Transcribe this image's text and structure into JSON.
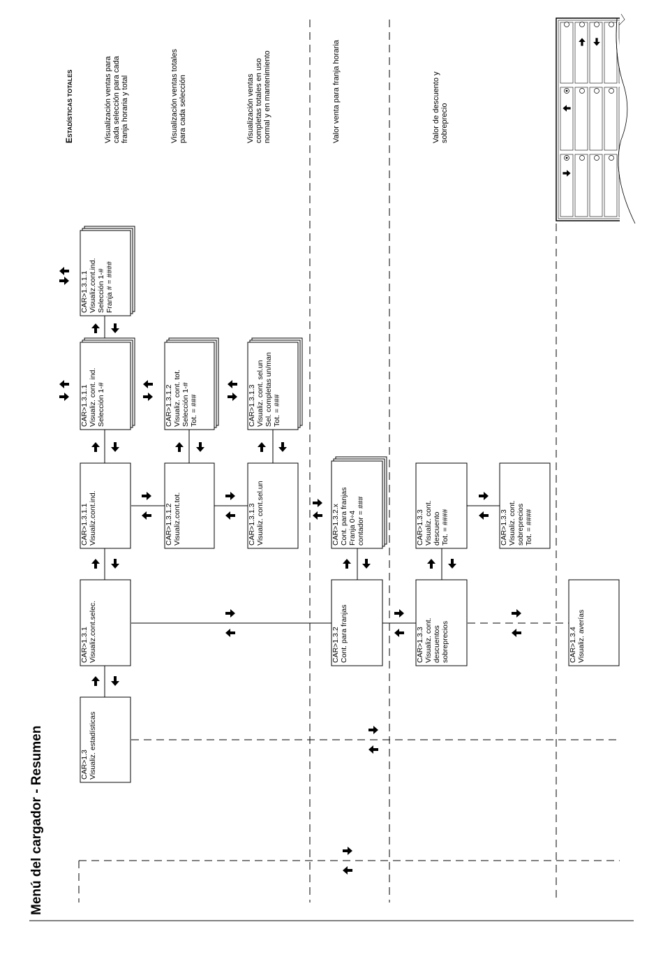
{
  "title": "Menú del cargador - Resumen",
  "section_heading": {
    "big_first": "E",
    "rest": "STADÍSTICAS TOTALES"
  },
  "notes": [
    [
      "Visualización ventas para",
      "cada selección para cada",
      "franja horaria y total"
    ],
    [
      "Visualización ventas totales",
      "para cada selección"
    ],
    [
      "Visualización ventas",
      "completas totales en uso",
      "normal y en mantenimiento"
    ],
    [
      "Valor venta para franja horaria"
    ],
    [
      "Valor de descuento y",
      "sobreprecio"
    ]
  ],
  "boxes": [
    {
      "id": "car13",
      "lines": [
        "CAR>1.3",
        "Visualiz. estadísticas"
      ]
    },
    {
      "id": "car131",
      "lines": [
        "CAR>1.3.1",
        "Visualiz.cont.selec."
      ]
    },
    {
      "id": "car1311",
      "lines": [
        "CAR>1.3.1.1",
        "Visualiz.cont.ind."
      ]
    },
    {
      "id": "car1312",
      "lines": [
        "CAR>1.3.1.2",
        "Visualiz.cont.tot."
      ]
    },
    {
      "id": "car1313",
      "lines": [
        "CAR>1.3.1.3",
        "Visualiz. cont.sel.un"
      ]
    },
    {
      "id": "car1311s",
      "lines": [
        "CAR>1.3.1.1",
        "Visualiz. cont. ind.",
        "Selección 1-#"
      ]
    },
    {
      "id": "car1311f",
      "lines": [
        "CAR>1.3.1.1",
        "Visualiz.cont.ind.",
        "Selección 1-#",
        "Franja  # =  ####"
      ]
    },
    {
      "id": "car1312s",
      "lines": [
        "CAR>1.3.1.2",
        "Visualiz. cont. tot.",
        "Selección 1-#",
        "Tot. = ###"
      ]
    },
    {
      "id": "car1313s",
      "lines": [
        "CAR>1.3.1.3",
        "Visualiz. cont. sel.un",
        "Sel. completas un/man",
        "Tot. = ###"
      ]
    },
    {
      "id": "car132",
      "lines": [
        "CAR>1.3.2",
        "Cont. para franjas"
      ]
    },
    {
      "id": "car132x",
      "lines": [
        "CAR>1.3.2.x",
        "Cont. para franjas",
        "Franja  0÷4",
        "contador  =       ###"
      ]
    },
    {
      "id": "car133",
      "lines": [
        "CAR>1.3.3",
        "Visualiz. cont.",
        "descuentos",
        "sobreprecios"
      ]
    },
    {
      "id": "car133d",
      "lines": [
        "CAR>1.3.3",
        "Visualiz. cont.",
        "descuento",
        "Tot.  =    ####"
      ]
    },
    {
      "id": "car133p",
      "lines": [
        "CAR>1.3.3",
        "Visualiz.  cont.",
        "sobreprecios",
        "Tot.  =    ####"
      ]
    },
    {
      "id": "car134",
      "lines": [
        "CAR>1.3.4",
        "Visualiz.  averías"
      ]
    }
  ],
  "arrows": {
    "right": "➔",
    "left": "🡐",
    "up": "🡑",
    "down": "🡓"
  },
  "icons": {
    "arrow_style": "bold-arrow-icon",
    "keypad": "keypad-panel-icon"
  }
}
